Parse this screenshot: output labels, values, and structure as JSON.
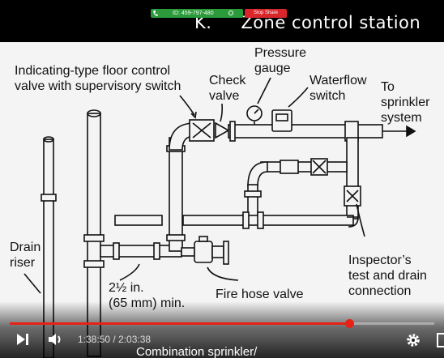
{
  "meeting_bar": {
    "id_text": "ID: 459-797-480",
    "stop_label": "Stop Share"
  },
  "slide": {
    "title": "K.     Zone control station",
    "labels": {
      "floor_valve": "Indicating-type floor control\nvalve with supervisory switch",
      "check_valve": "Check\nvalve",
      "pressure_gauge": "Pressure\ngauge",
      "waterflow_switch": "Waterflow\nswitch",
      "to_sprinkler": "To\nsprinkler\nsystem",
      "drain_riser": "Drain\nriser",
      "pipe_size": "2½ in.\n(65 mm) min.",
      "fire_hose_valve": "Fire hose valve",
      "inspectors_test": "Inspector’s\ntest and drain\nconnection"
    }
  },
  "player": {
    "current_time": "1:38:50",
    "duration": "2:03:38",
    "time_display": "1:38:50 / 2:03:38",
    "progress_fraction": 0.8,
    "caption_partial": "Combination sprinkler/"
  }
}
